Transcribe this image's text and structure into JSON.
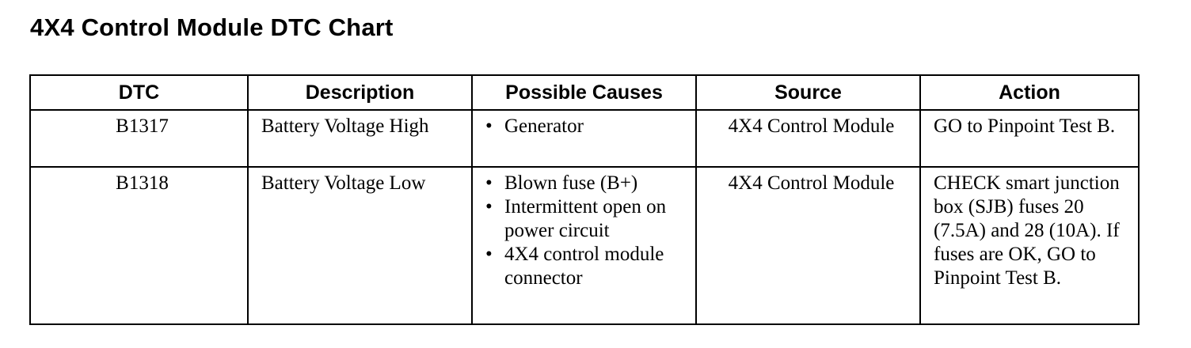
{
  "title": "4X4 Control Module DTC Chart",
  "table": {
    "headers": [
      "DTC",
      "Description",
      "Possible Causes",
      "Source",
      "Action"
    ],
    "rows": [
      {
        "dtc": "B1317",
        "description": "Battery Voltage High",
        "causes": [
          "Generator"
        ],
        "source": "4X4 Control Module",
        "action": "GO to Pinpoint Test B."
      },
      {
        "dtc": "B1318",
        "description": "Battery Voltage Low",
        "causes": [
          "Blown fuse (B+)",
          "Intermittent open on power circuit",
          "4X4 control module connector"
        ],
        "source": "4X4 Control Module",
        "action": "CHECK smart junction box (SJB) fuses 20 (7.5A) and 28 (10A). If fuses are OK, GO to Pinpoint Test B."
      }
    ]
  }
}
